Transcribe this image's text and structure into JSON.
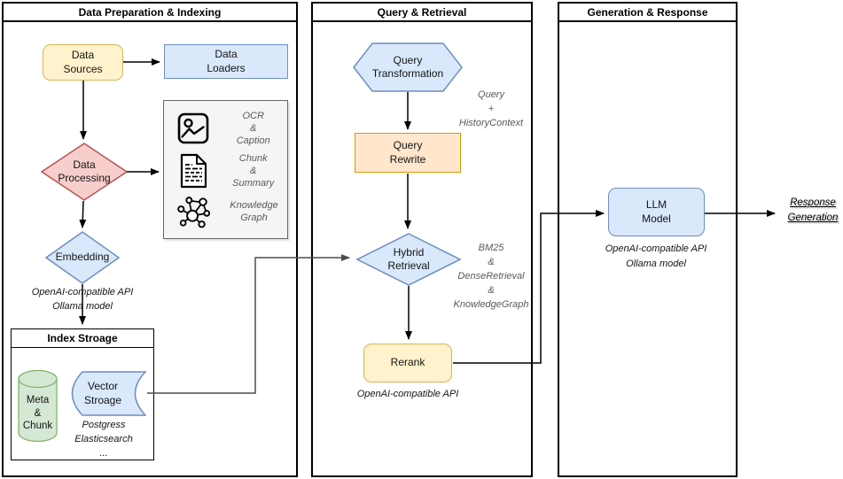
{
  "lanes": [
    {
      "title": "Data Preparation & Indexing"
    },
    {
      "title": "Query & Retrieval"
    },
    {
      "title": "Generation & Response"
    }
  ],
  "nodes": {
    "data_sources": {
      "label": "Data\nSources"
    },
    "data_loaders": {
      "label": "Data\nLoaders"
    },
    "processing_options": {
      "items": [
        {
          "icon": "image-icon",
          "label": "OCR\n&\nCaption"
        },
        {
          "icon": "document-icon",
          "label": "Chunk\n&\nSummary"
        },
        {
          "icon": "knowledge-graph-icon",
          "label": "Knowledge\nGraph"
        }
      ]
    },
    "data_processing": {
      "label": "Data\nProcessing"
    },
    "embedding": {
      "label": "Embedding",
      "note": "OpenAI-compatible API\nOllama model"
    },
    "index_storage": {
      "title": "Index Stroage",
      "meta_chunk": {
        "label": "Meta\n&\nChunk"
      },
      "vector_storage": {
        "label": "Vector\nStroage",
        "note": "Postgress\nElasticsearch\n..."
      }
    },
    "query_transformation": {
      "label": "Query\nTransformation",
      "note": "Query\n+\nHistoryContext"
    },
    "query_rewrite": {
      "label": "Query\nRewrite"
    },
    "hybrid_retrieval": {
      "label": "Hybrid\nRetrieval",
      "note": "BM25\n&\nDenseRetrieval\n&\nKnowledgeGraph"
    },
    "rerank": {
      "label": "Rerank",
      "note": "OpenAI-compatible API"
    },
    "llm_model": {
      "label": "LLM\nModel",
      "note": "OpenAI-compatible API\nOllama model"
    },
    "response_generation": {
      "label": "Response\nGeneration"
    }
  },
  "colors": {
    "yellow_fill": "#fff2cc",
    "yellow_stroke": "#d6b656",
    "blue_fill": "#dae8fc",
    "blue_stroke": "#6c8ebf",
    "red_fill": "#f8cecc",
    "red_stroke": "#b85450",
    "orange_fill": "#ffe6cc",
    "orange_stroke": "#d79b00",
    "green_fill": "#d5e8d4",
    "green_stroke": "#82b366",
    "gray_box_fill": "#f5f5f5"
  }
}
